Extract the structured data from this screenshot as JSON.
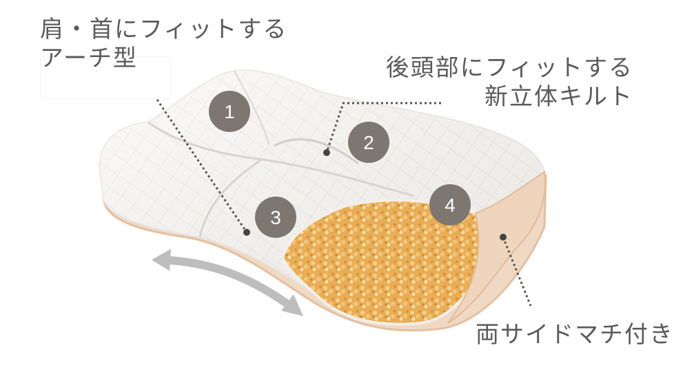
{
  "labels": {
    "shoulder_neck": [
      "肩・首にフィットする",
      "アーチ型"
    ],
    "back_head": [
      "後頭部にフィットする",
      "新立体キルト"
    ],
    "side_gusset": "両サイドマチ付き"
  },
  "markers": [
    "1",
    "2",
    "3",
    "4"
  ],
  "colors": {
    "marker_fill": "#7d7671",
    "marker_text": "#ffffff",
    "pillow_cover": "#f6f5f2",
    "quilt_line": "#d9d6d0",
    "piping": "#e9c7a7",
    "filling": "#e9b25f",
    "arrow": "#b9b9b9",
    "leader": "#555555"
  }
}
